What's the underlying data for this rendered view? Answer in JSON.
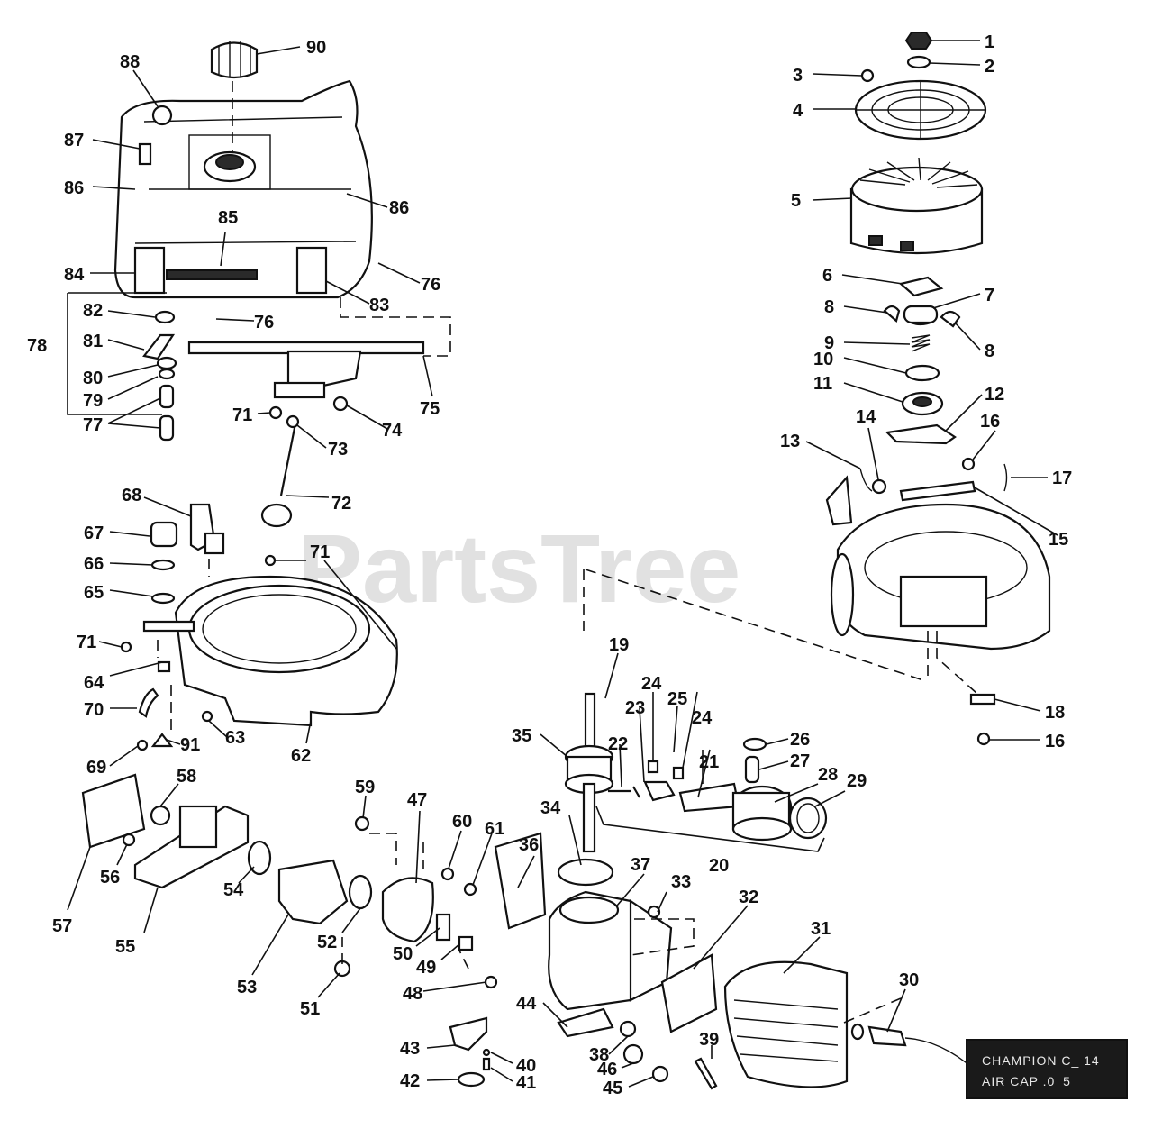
{
  "watermark": "PartsTree",
  "spec_note": {
    "line1": "CHAMPION C_ 14",
    "line2": "AIR CAP  .0_5"
  },
  "callouts": [
    "1",
    "2",
    "3",
    "4",
    "5",
    "6",
    "7",
    "8",
    "8",
    "9",
    "10",
    "11",
    "12",
    "13",
    "14",
    "15",
    "16",
    "16",
    "17",
    "18",
    "19",
    "20",
    "21",
    "22",
    "23",
    "24",
    "24",
    "25",
    "26",
    "27",
    "28",
    "29",
    "30",
    "31",
    "32",
    "33",
    "34",
    "35",
    "36",
    "37",
    "38",
    "39",
    "40",
    "41",
    "42",
    "43",
    "44",
    "45",
    "46",
    "47",
    "48",
    "49",
    "50",
    "51",
    "52",
    "53",
    "54",
    "55",
    "56",
    "57",
    "58",
    "59",
    "60",
    "61",
    "62",
    "63",
    "64",
    "65",
    "66",
    "67",
    "68",
    "69",
    "70",
    "71",
    "71",
    "71",
    "72",
    "73",
    "74",
    "75",
    "76",
    "76",
    "77",
    "78",
    "79",
    "80",
    "81",
    "82",
    "83",
    "84",
    "85",
    "86",
    "86",
    "87",
    "88",
    "90",
    "91"
  ]
}
